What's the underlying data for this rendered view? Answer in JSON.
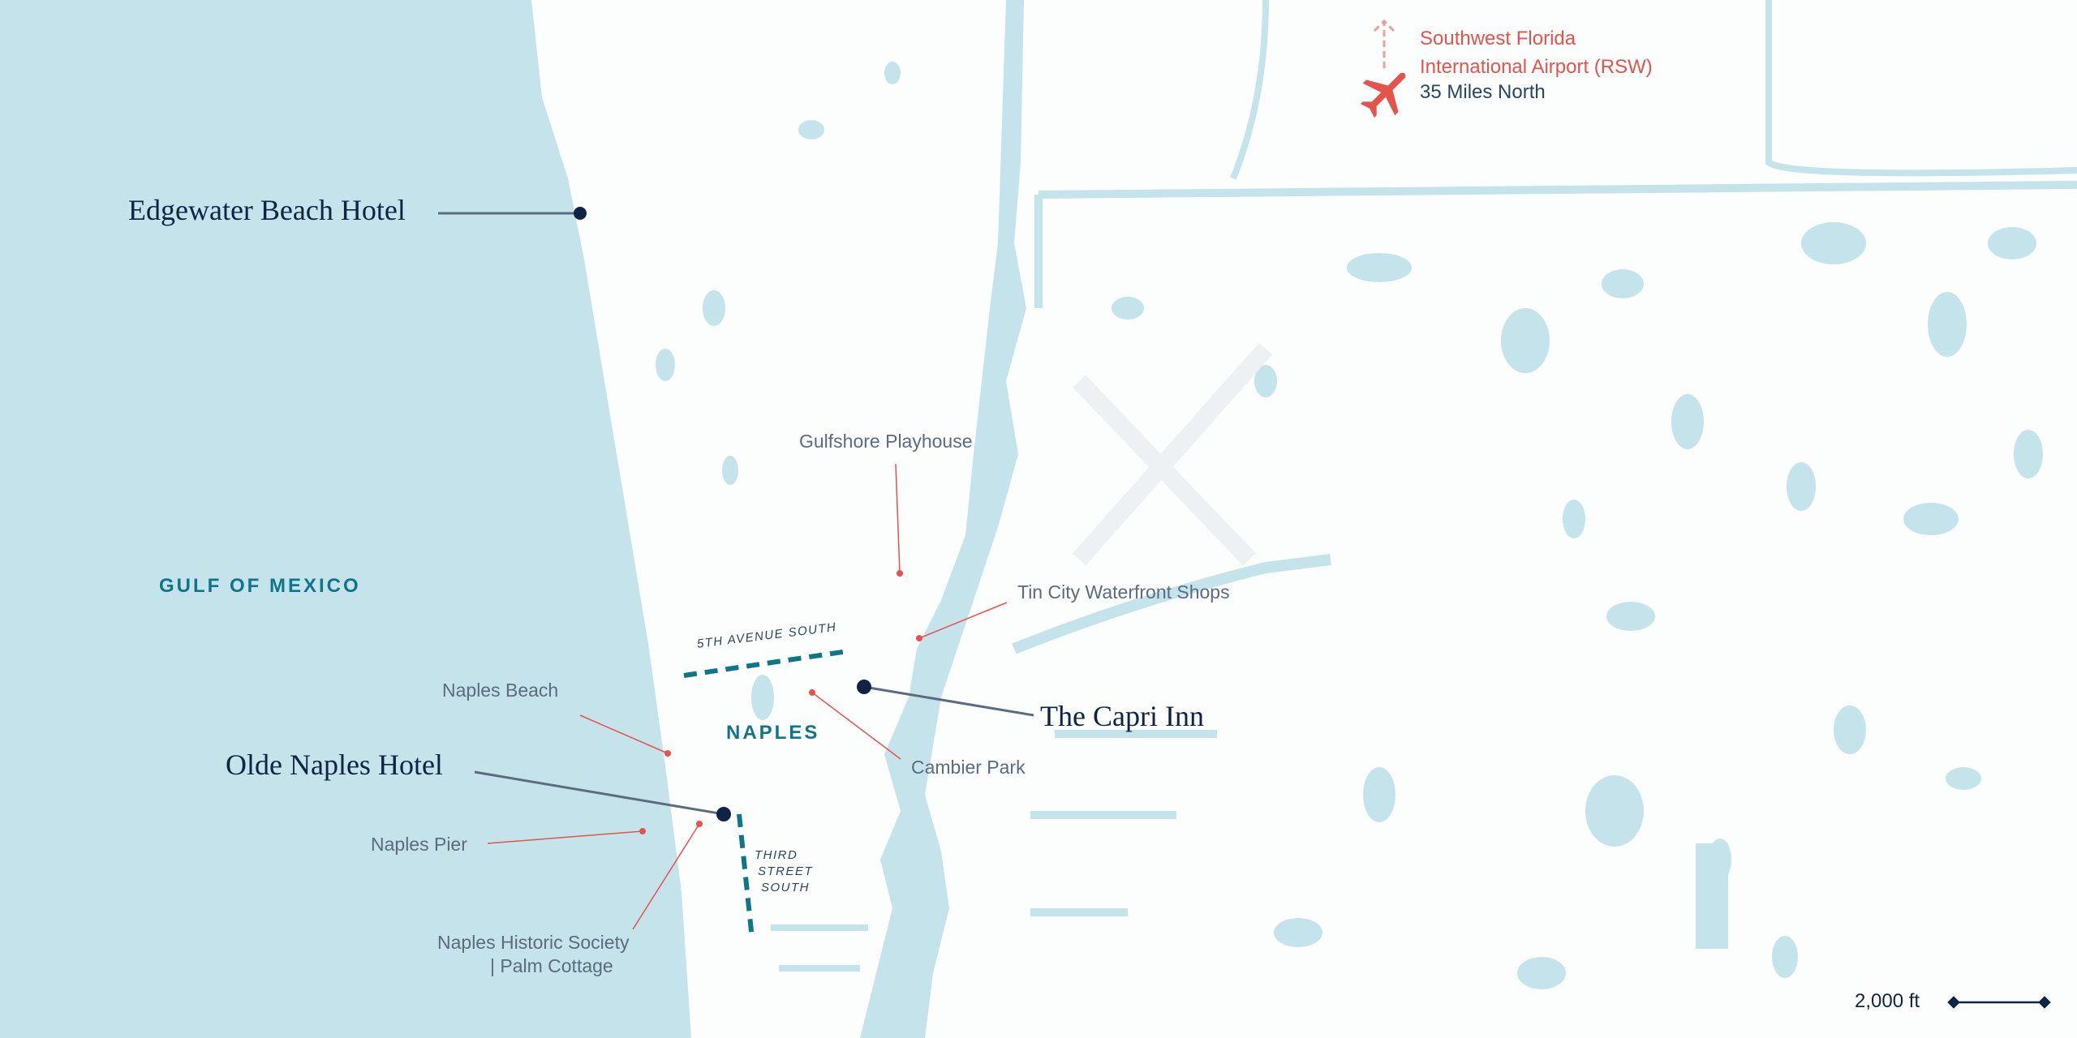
{
  "colors": {
    "water": "#c5e3ea",
    "land": "#fcfefe",
    "navy": "#0f2444",
    "teal": "#11758a",
    "poi": "#e5534b",
    "text": "#5b6b80"
  },
  "hotels": {
    "edgewater": "Edgewater Beach Hotel",
    "capri": "The Capri Inn",
    "olde_naples": "Olde Naples Hotel"
  },
  "areas": {
    "gulf": "GULF OF MEXICO",
    "naples": "NAPLES"
  },
  "streets": {
    "fifth_ave": "5TH AVENUE SOUTH",
    "third_1": "THIRD",
    "third_2": "STREET",
    "third_3": "SOUTH"
  },
  "poi": {
    "gulfshore": "Gulfshore Playhouse",
    "tin_city": "Tin City Waterfront Shops",
    "naples_beach": "Naples Beach",
    "cambier": "Cambier Park",
    "naples_pier": "Naples Pier",
    "historic_1": "Naples Historic Society",
    "historic_2": "| Palm Cottage"
  },
  "airport": {
    "name_1": "Southwest Florida",
    "name_2": "International Airport (RSW)",
    "distance": "35 Miles North",
    "icon": "airplane-icon"
  },
  "scale_bar": {
    "label": "2,000 ft"
  }
}
